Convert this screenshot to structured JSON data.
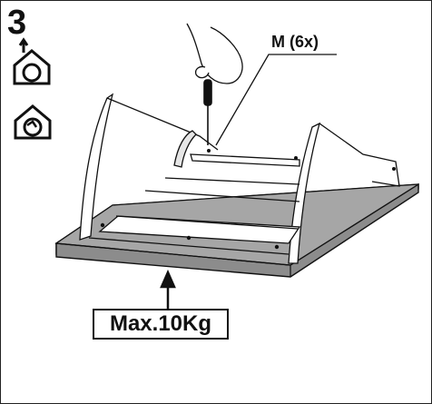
{
  "step": {
    "number": "3"
  },
  "part": {
    "label": "M (6x)"
  },
  "load": {
    "label": "Max.10Kg"
  },
  "icons": {
    "first": "house-clockwise-icon",
    "second": "house-counterclockwise-icon",
    "tool": "screwdriver-icon",
    "hand": "hand-icon"
  },
  "colors": {
    "board": "#a6a6a6",
    "line": "#111111"
  }
}
